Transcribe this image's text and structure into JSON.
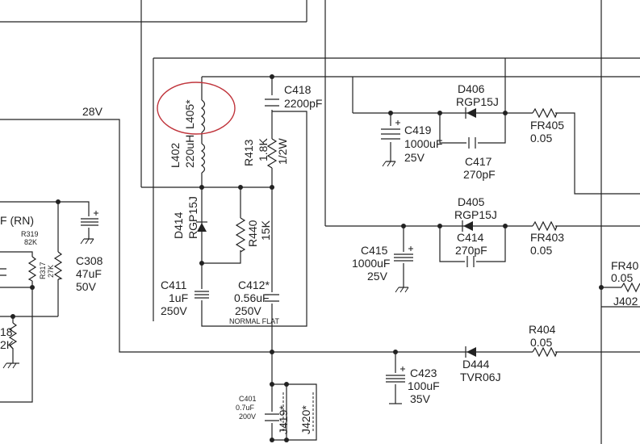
{
  "colors": {
    "ink": "#222222",
    "highlight": "#c0353c",
    "paper": "#ffffff"
  },
  "net": {
    "v28": "28V"
  },
  "parts": {
    "l405": {
      "ref": "L405*"
    },
    "l402": {
      "ref": "L402",
      "value": "220uH"
    },
    "c418": {
      "ref": "C418",
      "value": "2200pF"
    },
    "r413": {
      "ref": "R413",
      "value": "1.8K",
      "power": "1/2W"
    },
    "d414": {
      "ref": "D414",
      "value": "RGP15J"
    },
    "r440": {
      "ref": "R440",
      "value": "15K"
    },
    "c411": {
      "ref": "C411",
      "value": "1uF",
      "voltage": "250V"
    },
    "c412": {
      "ref": "C412*",
      "value": "0.56uF",
      "voltage": "250V"
    },
    "normal_flat": "NORMAL FLAT",
    "c401": {
      "ref": "C401",
      "value": "0.7uF",
      "voltage": "200V"
    },
    "j419": {
      "ref": "J419*"
    },
    "j420": {
      "ref": "J420*"
    },
    "c419": {
      "ref": "C419",
      "value": "1000uF",
      "voltage": "25V"
    },
    "d406": {
      "ref": "D406",
      "value": "RGP15J"
    },
    "c417": {
      "ref": "C417",
      "value": "270pF"
    },
    "fr405": {
      "ref": "FR405",
      "value": "0.05"
    },
    "d405": {
      "ref": "D405",
      "value": "RGP15J"
    },
    "c414": {
      "ref": "C414",
      "value": "270pF"
    },
    "fr403": {
      "ref": "FR403",
      "value": "0.05"
    },
    "c415": {
      "ref": "C415",
      "value": "1000uF",
      "voltage": "25V"
    },
    "fr40x": {
      "ref": "FR40",
      "value": "0.05"
    },
    "j402": {
      "ref": "J402"
    },
    "r404": {
      "ref": "R404",
      "value": "0.05"
    },
    "d444": {
      "ref": "D444",
      "value": "TVR06J"
    },
    "c423": {
      "ref": "C423",
      "value": "100uF",
      "voltage": "35V"
    },
    "left_fn": {
      "text": "F   (RN)"
    },
    "r319": {
      "ref": "R319",
      "value": "82K"
    },
    "r317": {
      "ref": "R317",
      "value": "27K"
    },
    "c308": {
      "ref": "C308",
      "value": "47uF",
      "voltage": "50V"
    },
    "r318": {
      "ref": "18",
      "value": "2K"
    }
  }
}
